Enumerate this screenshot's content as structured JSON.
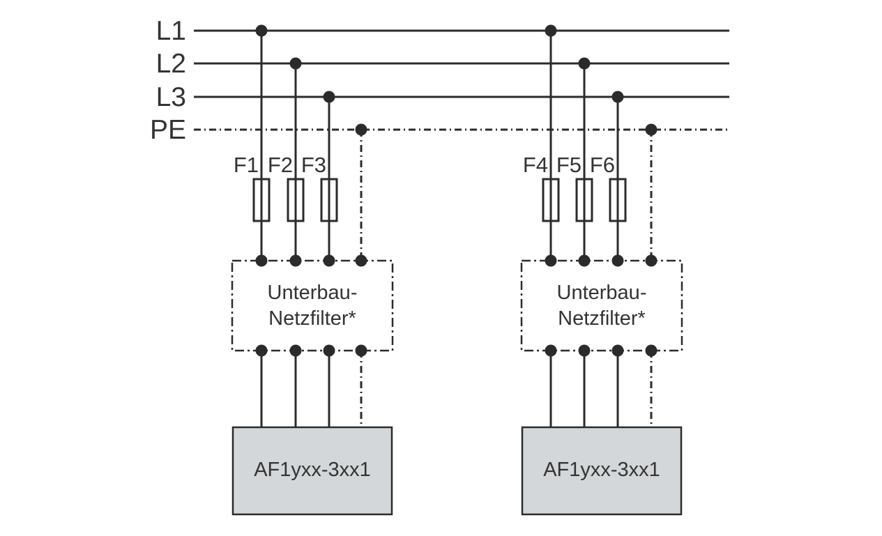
{
  "bus": {
    "labels": [
      "L1",
      "L2",
      "L3",
      "PE"
    ]
  },
  "groups": [
    {
      "fuse_labels": [
        "F1",
        "F2",
        "F3"
      ],
      "filter": {
        "line1": "Unterbau-",
        "line2": "Netzfilter*"
      },
      "device": "AF1yxx-3xx1"
    },
    {
      "fuse_labels": [
        "F4",
        "F5",
        "F6"
      ],
      "filter": {
        "line1": "Unterbau-",
        "line2": "Netzfilter*"
      },
      "device": "AF1yxx-3xx1"
    }
  ],
  "colors": {
    "line": "#2b2b2b",
    "text": "#333333",
    "device_fill": "#d4d7d9",
    "background": "#ffffff"
  }
}
